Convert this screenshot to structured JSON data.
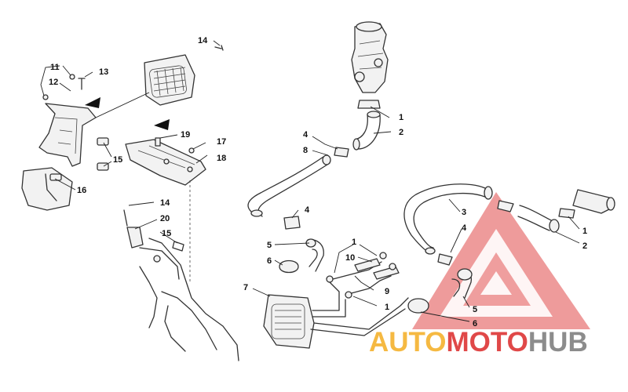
{
  "diagram": {
    "callouts": {
      "c1a": "1",
      "c1b": "1",
      "c1c": "1",
      "c1d": "1",
      "c2a": "2",
      "c2b": "2",
      "c3": "3",
      "c4a": "4",
      "c4b": "4",
      "c4c": "4",
      "c5a": "5",
      "c5b": "5",
      "c6a": "6",
      "c6b": "6",
      "c7": "7",
      "c8": "8",
      "c9": "9",
      "c10": "10",
      "c11": "11",
      "c12": "12",
      "c13": "13",
      "c14a": "14",
      "c14b": "14",
      "c15a": "15",
      "c15b": "15",
      "c16": "16",
      "c17": "17",
      "c18": "18",
      "c19": "19",
      "c20": "20"
    }
  },
  "watermark": {
    "part1": "AUTO",
    "part2": "MOTO",
    "part3": "HUB",
    "color_orange": "#f5b942",
    "color_red": "#e04848",
    "color_gray": "#8c8c8c"
  }
}
